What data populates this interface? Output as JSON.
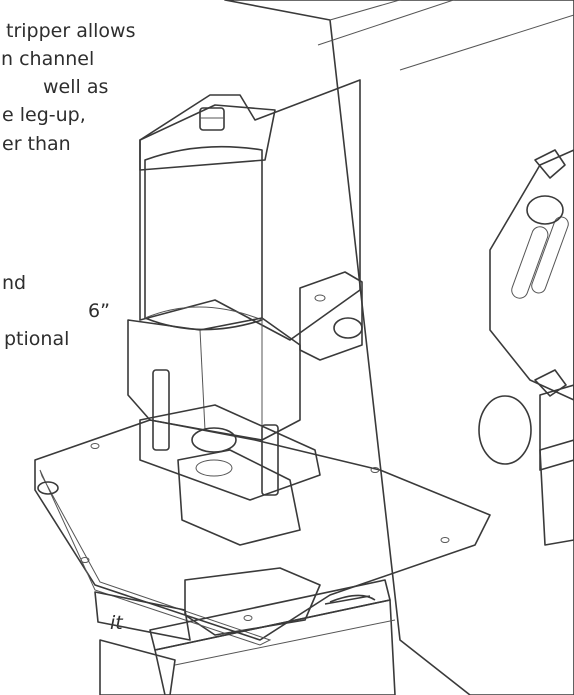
{
  "document": {
    "text_lines": [
      "tripper allows",
      "n channel",
      "well as",
      "e leg-up,",
      "er than",
      "nd",
      "6”",
      "ptional"
    ],
    "caption_fragment": "it"
  },
  "illustration": {
    "subject": "ironworker-punch-station",
    "accent_color": "#e07030"
  }
}
